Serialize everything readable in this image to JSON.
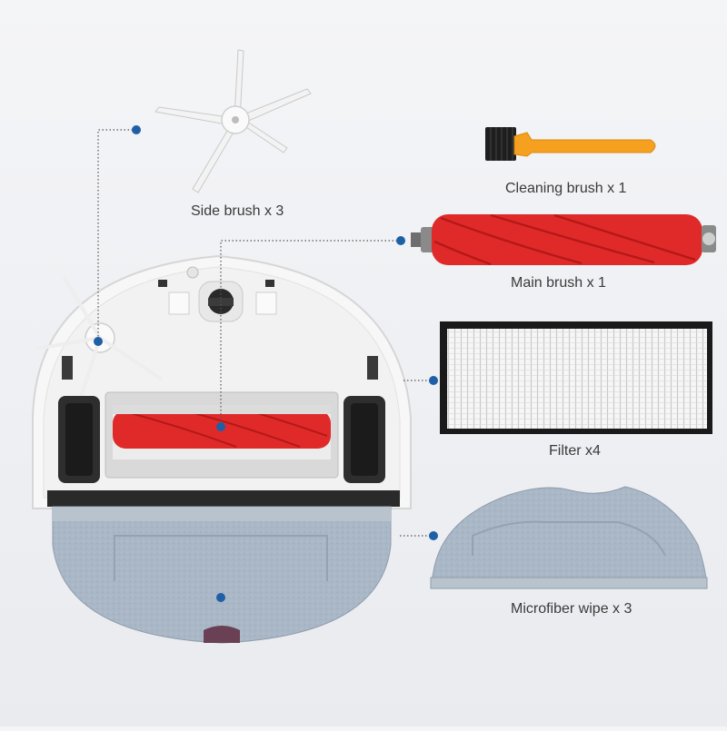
{
  "parts": {
    "side_brush": {
      "label": "Side brush x 3"
    },
    "cleaning_brush": {
      "label": "Cleaning brush x 1"
    },
    "main_brush": {
      "label": "Main brush x 1"
    },
    "filter": {
      "label": "Filter x4"
    },
    "microfiber_wipe": {
      "label": "Microfiber wipe x 3"
    }
  },
  "colors": {
    "callout_dot": "#1f5fa5",
    "main_brush_red": "#e02a2a",
    "cleaning_brush_orange": "#f5a01e",
    "mop_gray": "#a9b7c6",
    "robot_body": "#f7f7f7"
  }
}
